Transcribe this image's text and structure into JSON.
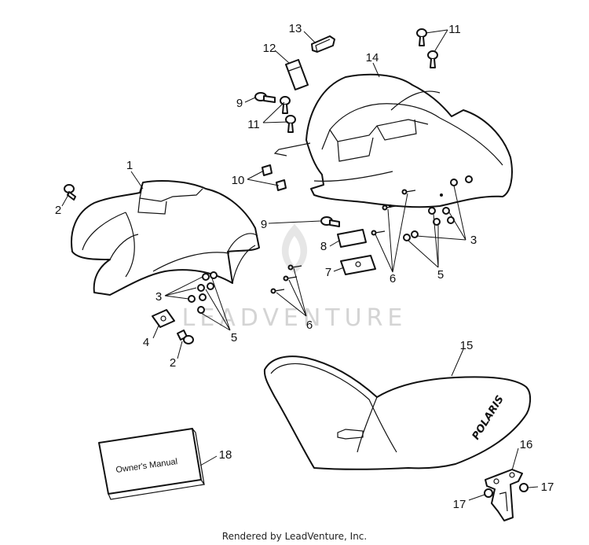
{
  "watermark": "LEADVENTURE",
  "footer": "Rendered by LeadVenture, Inc.",
  "manual_title": "Owner's Manual",
  "seat_brand": "POLARIS",
  "callouts": {
    "c1": "1",
    "c2a": "2",
    "c2b": "2",
    "c3a": "3",
    "c3b": "3",
    "c4": "4",
    "c5a": "5",
    "c5b": "5",
    "c6a": "6",
    "c6b": "6",
    "c7": "7",
    "c8": "8",
    "c9a": "9",
    "c9b": "9",
    "c10": "10",
    "c11a": "11",
    "c11b": "11",
    "c12": "12",
    "c13": "13",
    "c14": "14",
    "c15": "15",
    "c16": "16",
    "c17a": "17",
    "c17b": "17",
    "c18": "18"
  },
  "colors": {
    "line": "#111111",
    "watermark": "#d4d4d4",
    "background": "#ffffff"
  }
}
